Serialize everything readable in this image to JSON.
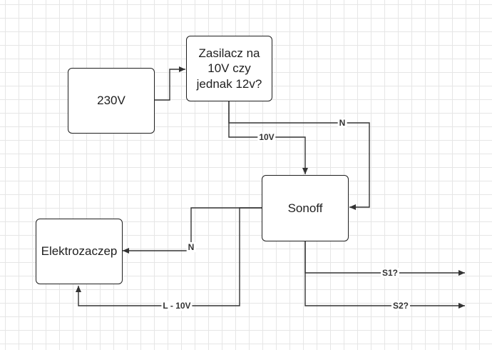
{
  "nodes": {
    "source": {
      "label": "230V"
    },
    "psu": {
      "label": "Zasilacz na\n10V czy\njednak 12v?"
    },
    "sonoff": {
      "label": "Sonoff"
    },
    "lock": {
      "label": "Elektrozaczep"
    }
  },
  "edges": {
    "psu_to_sonoff_10v": {
      "label": "10V"
    },
    "psu_to_sonoff_n": {
      "label": "N"
    },
    "sonoff_to_lock_n": {
      "label": "N"
    },
    "sonoff_to_lock_l": {
      "label": "L - 10V"
    },
    "sonoff_s1": {
      "label": "S1?"
    },
    "sonoff_s2": {
      "label": "S2?"
    }
  },
  "colors": {
    "stroke": "#333333",
    "grid": "#e6e6e6",
    "node_border": "#1f1f1f"
  }
}
